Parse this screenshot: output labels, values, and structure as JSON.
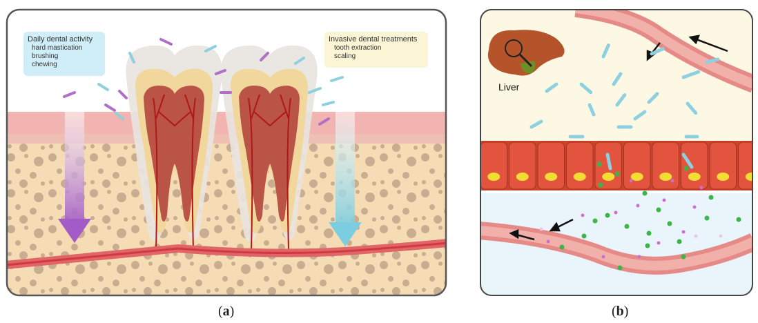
{
  "panel_a": {
    "daily_box": {
      "title": "Daily dental activity",
      "items": [
        "hard mastication",
        "brushing",
        "chewing"
      ]
    },
    "invasive_box": {
      "title": "Invasive dental treatments",
      "items": [
        "tooth extraction",
        "scaling"
      ]
    },
    "caption_open": "(",
    "caption_letter": "a",
    "caption_close": ")"
  },
  "panel_b": {
    "organ_label": "Liver",
    "caption_open": "(",
    "caption_letter": "b",
    "caption_close": ")"
  },
  "colors": {
    "gum": "#f2b4b0",
    "bone": "#f5dcb5",
    "bone_dots": "#c9ad90",
    "vessel": "#e06468",
    "vessel_inner": "#cf3a3e",
    "bacteria": "#8ecfe0",
    "bacteria_purple": "#b070c8",
    "cell": "#e2543e",
    "nucleus": "#f3dd33",
    "green_dot": "#3bb54a",
    "pink_dot": "#d06cd0",
    "arrow_purple": "#a25bc7",
    "arrow_cyan": "#7ccde0",
    "liver": "#b5542a"
  }
}
